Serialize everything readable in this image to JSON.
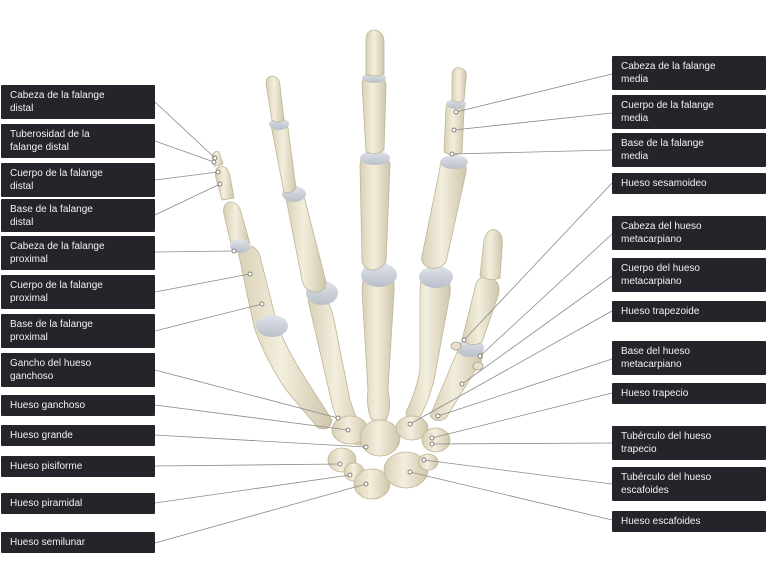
{
  "labels_left": [
    {
      "id": "cabeza-falange-distal",
      "text": "Cabeza de la falange\ndistal"
    },
    {
      "id": "tuberosidad-falange-distal",
      "text": "Tuberosidad de la\nfalange distal"
    },
    {
      "id": "cuerpo-falange-distal",
      "text": "Cuerpo de la falange\ndistal"
    },
    {
      "id": "base-falange-distal",
      "text": "Base de la falange\ndistal"
    },
    {
      "id": "cabeza-falange-proximal",
      "text": "Cabeza de la falange\nproximal"
    },
    {
      "id": "cuerpo-falange-proximal",
      "text": "Cuerpo de la falange\nproximal"
    },
    {
      "id": "base-falange-proximal",
      "text": "Base de la falange\nproximal"
    },
    {
      "id": "gancho-hueso-ganchoso",
      "text": "Gancho del hueso\nganchoso"
    },
    {
      "id": "hueso-ganchoso",
      "text": "Hueso ganchoso"
    },
    {
      "id": "hueso-grande",
      "text": "Hueso grande"
    },
    {
      "id": "hueso-pisiforme",
      "text": "Hueso pisiforme"
    },
    {
      "id": "hueso-piramidal",
      "text": "Hueso piramidal"
    },
    {
      "id": "hueso-semilunar",
      "text": "Hueso semilunar"
    }
  ],
  "labels_right": [
    {
      "id": "cabeza-falange-media",
      "text": "Cabeza de la falange\nmedia"
    },
    {
      "id": "cuerpo-falange-media",
      "text": "Cuerpo de la falange\nmedia"
    },
    {
      "id": "base-falange-media",
      "text": "Base de la falange\nmedia"
    },
    {
      "id": "hueso-sesamoideo",
      "text": "Hueso sesamoideo"
    },
    {
      "id": "cabeza-hueso-metacarpiano",
      "text": "Cabeza del hueso\nmetacarpiano"
    },
    {
      "id": "cuerpo-hueso-metacarpiano",
      "text": "Cuerpo del hueso\nmetacarpiano"
    },
    {
      "id": "hueso-trapezoide",
      "text": "Hueso trapezoide"
    },
    {
      "id": "base-hueso-metacarpiano",
      "text": "Base del hueso\nmetacarpiano"
    },
    {
      "id": "hueso-trapecio",
      "text": "Hueso trapecio"
    },
    {
      "id": "tuberculo-hueso-trapecio",
      "text": "Tubérculo del hueso\ntrapecio"
    },
    {
      "id": "tuberculo-hueso-escafoides",
      "text": "Tubérculo del hueso\nescafoides"
    },
    {
      "id": "hueso-escafoides",
      "text": "Hueso escafoides"
    }
  ],
  "colors": {
    "label_bg": "#24252b",
    "label_text": "#f2f2f2",
    "bone": "#e9e3cf",
    "bone_shade": "#cfc6ac",
    "cartilage": "#c9ced6",
    "leader": "#8a8a8a"
  }
}
